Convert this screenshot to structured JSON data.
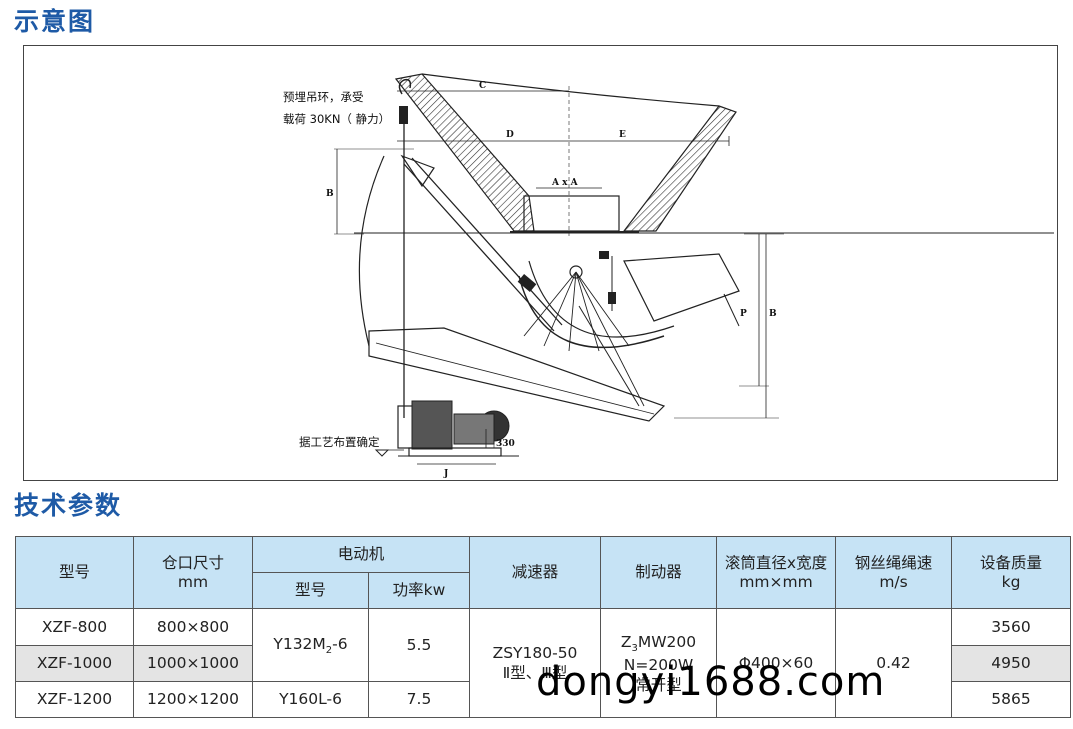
{
  "headings": {
    "diagram": "示意图",
    "specs": "技术参数"
  },
  "diagram": {
    "note_hook_line1": "预埋吊环，承受",
    "note_hook_line2": "载荷 30KN（ 静力）",
    "note_base": "据工艺布置确定",
    "dim_c": "C",
    "dim_d": "D",
    "dim_e": "E",
    "dim_axa": "A x A",
    "dim_b_left": "B",
    "dim_p": "P",
    "dim_b_right": "B",
    "dim_j": "J",
    "dim_330": "330"
  },
  "table": {
    "headers": {
      "model": "型号",
      "opening_line1": "仓口尺寸",
      "opening_line2": "mm",
      "motor": "电动机",
      "motor_model": "型号",
      "motor_power": "功率kw",
      "reducer": "减速器",
      "brake": "制动器",
      "drum_line1": "滚筒直径x宽度",
      "drum_line2": "mm×mm",
      "rope_line1": "钢丝绳绳速",
      "rope_line2": "m/s",
      "mass_line1": "设备质量",
      "mass_line2": "kg"
    },
    "rows": [
      {
        "model": "XZF-800",
        "opening": "800×800",
        "mass": "3560"
      },
      {
        "model": "XZF-1000",
        "opening": "1000×1000",
        "mass": "4950"
      },
      {
        "model": "XZF-1200",
        "opening": "1200×1200",
        "mass": "5865"
      }
    ],
    "motor_small": {
      "model_prefix": "Y132M",
      "model_sub": "2",
      "model_suffix": "-6",
      "power": "5.5"
    },
    "motor_large": {
      "model": "Y160L-6",
      "power": "7.5"
    },
    "reducer": {
      "line1": "ZSY180-50",
      "line2": "Ⅱ型、Ⅲ型"
    },
    "brake": {
      "line1_prefix": "Z",
      "line1_sub": "3",
      "line1_suffix": "MW200",
      "line2": "N=200W",
      "line3": "常开型"
    },
    "drum": "Φ400×60",
    "rope_speed": "0.42"
  },
  "watermark": "dongyi1688.com"
}
